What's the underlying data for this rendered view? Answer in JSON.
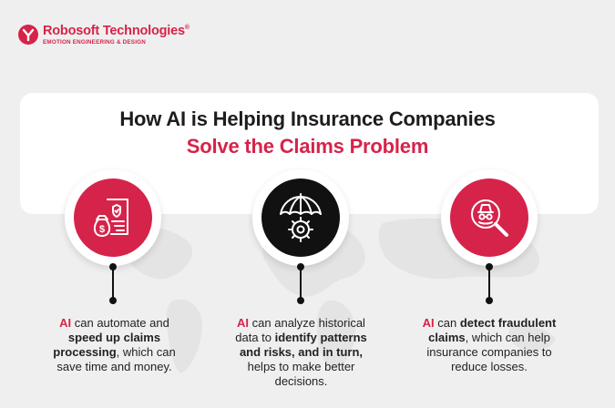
{
  "brand": {
    "name": "Robosoft Technologies",
    "registered": "®",
    "tagline": "EMOTION ENGINEERING & DESIGN",
    "brand_color": "#d6234a"
  },
  "title": {
    "line1": "How AI is Helping Insurance Companies",
    "line2": "Solve the Claims Problem"
  },
  "cards": [
    {
      "icon": "claims-document-money-icon",
      "parts": [
        {
          "text": "AI",
          "style": "accent"
        },
        {
          "text": " can automate and ",
          "style": "normal"
        },
        {
          "text": "speed up claims processing",
          "style": "bold"
        },
        {
          "text": ", which can save time and money.",
          "style": "normal"
        }
      ]
    },
    {
      "icon": "umbrella-gear-icon",
      "parts": [
        {
          "text": "AI",
          "style": "accent"
        },
        {
          "text": " can analyze historical data to ",
          "style": "normal"
        },
        {
          "text": "identify patterns and risks, and in turn,",
          "style": "bold"
        },
        {
          "text": " helps to make better decisions.",
          "style": "normal"
        }
      ]
    },
    {
      "icon": "spy-magnifier-icon",
      "parts": [
        {
          "text": "AI",
          "style": "accent"
        },
        {
          "text": " can ",
          "style": "normal"
        },
        {
          "text": "detect fraudulent claims",
          "style": "bold"
        },
        {
          "text": ", which can help insurance companies to reduce losses.",
          "style": "normal"
        }
      ]
    }
  ]
}
